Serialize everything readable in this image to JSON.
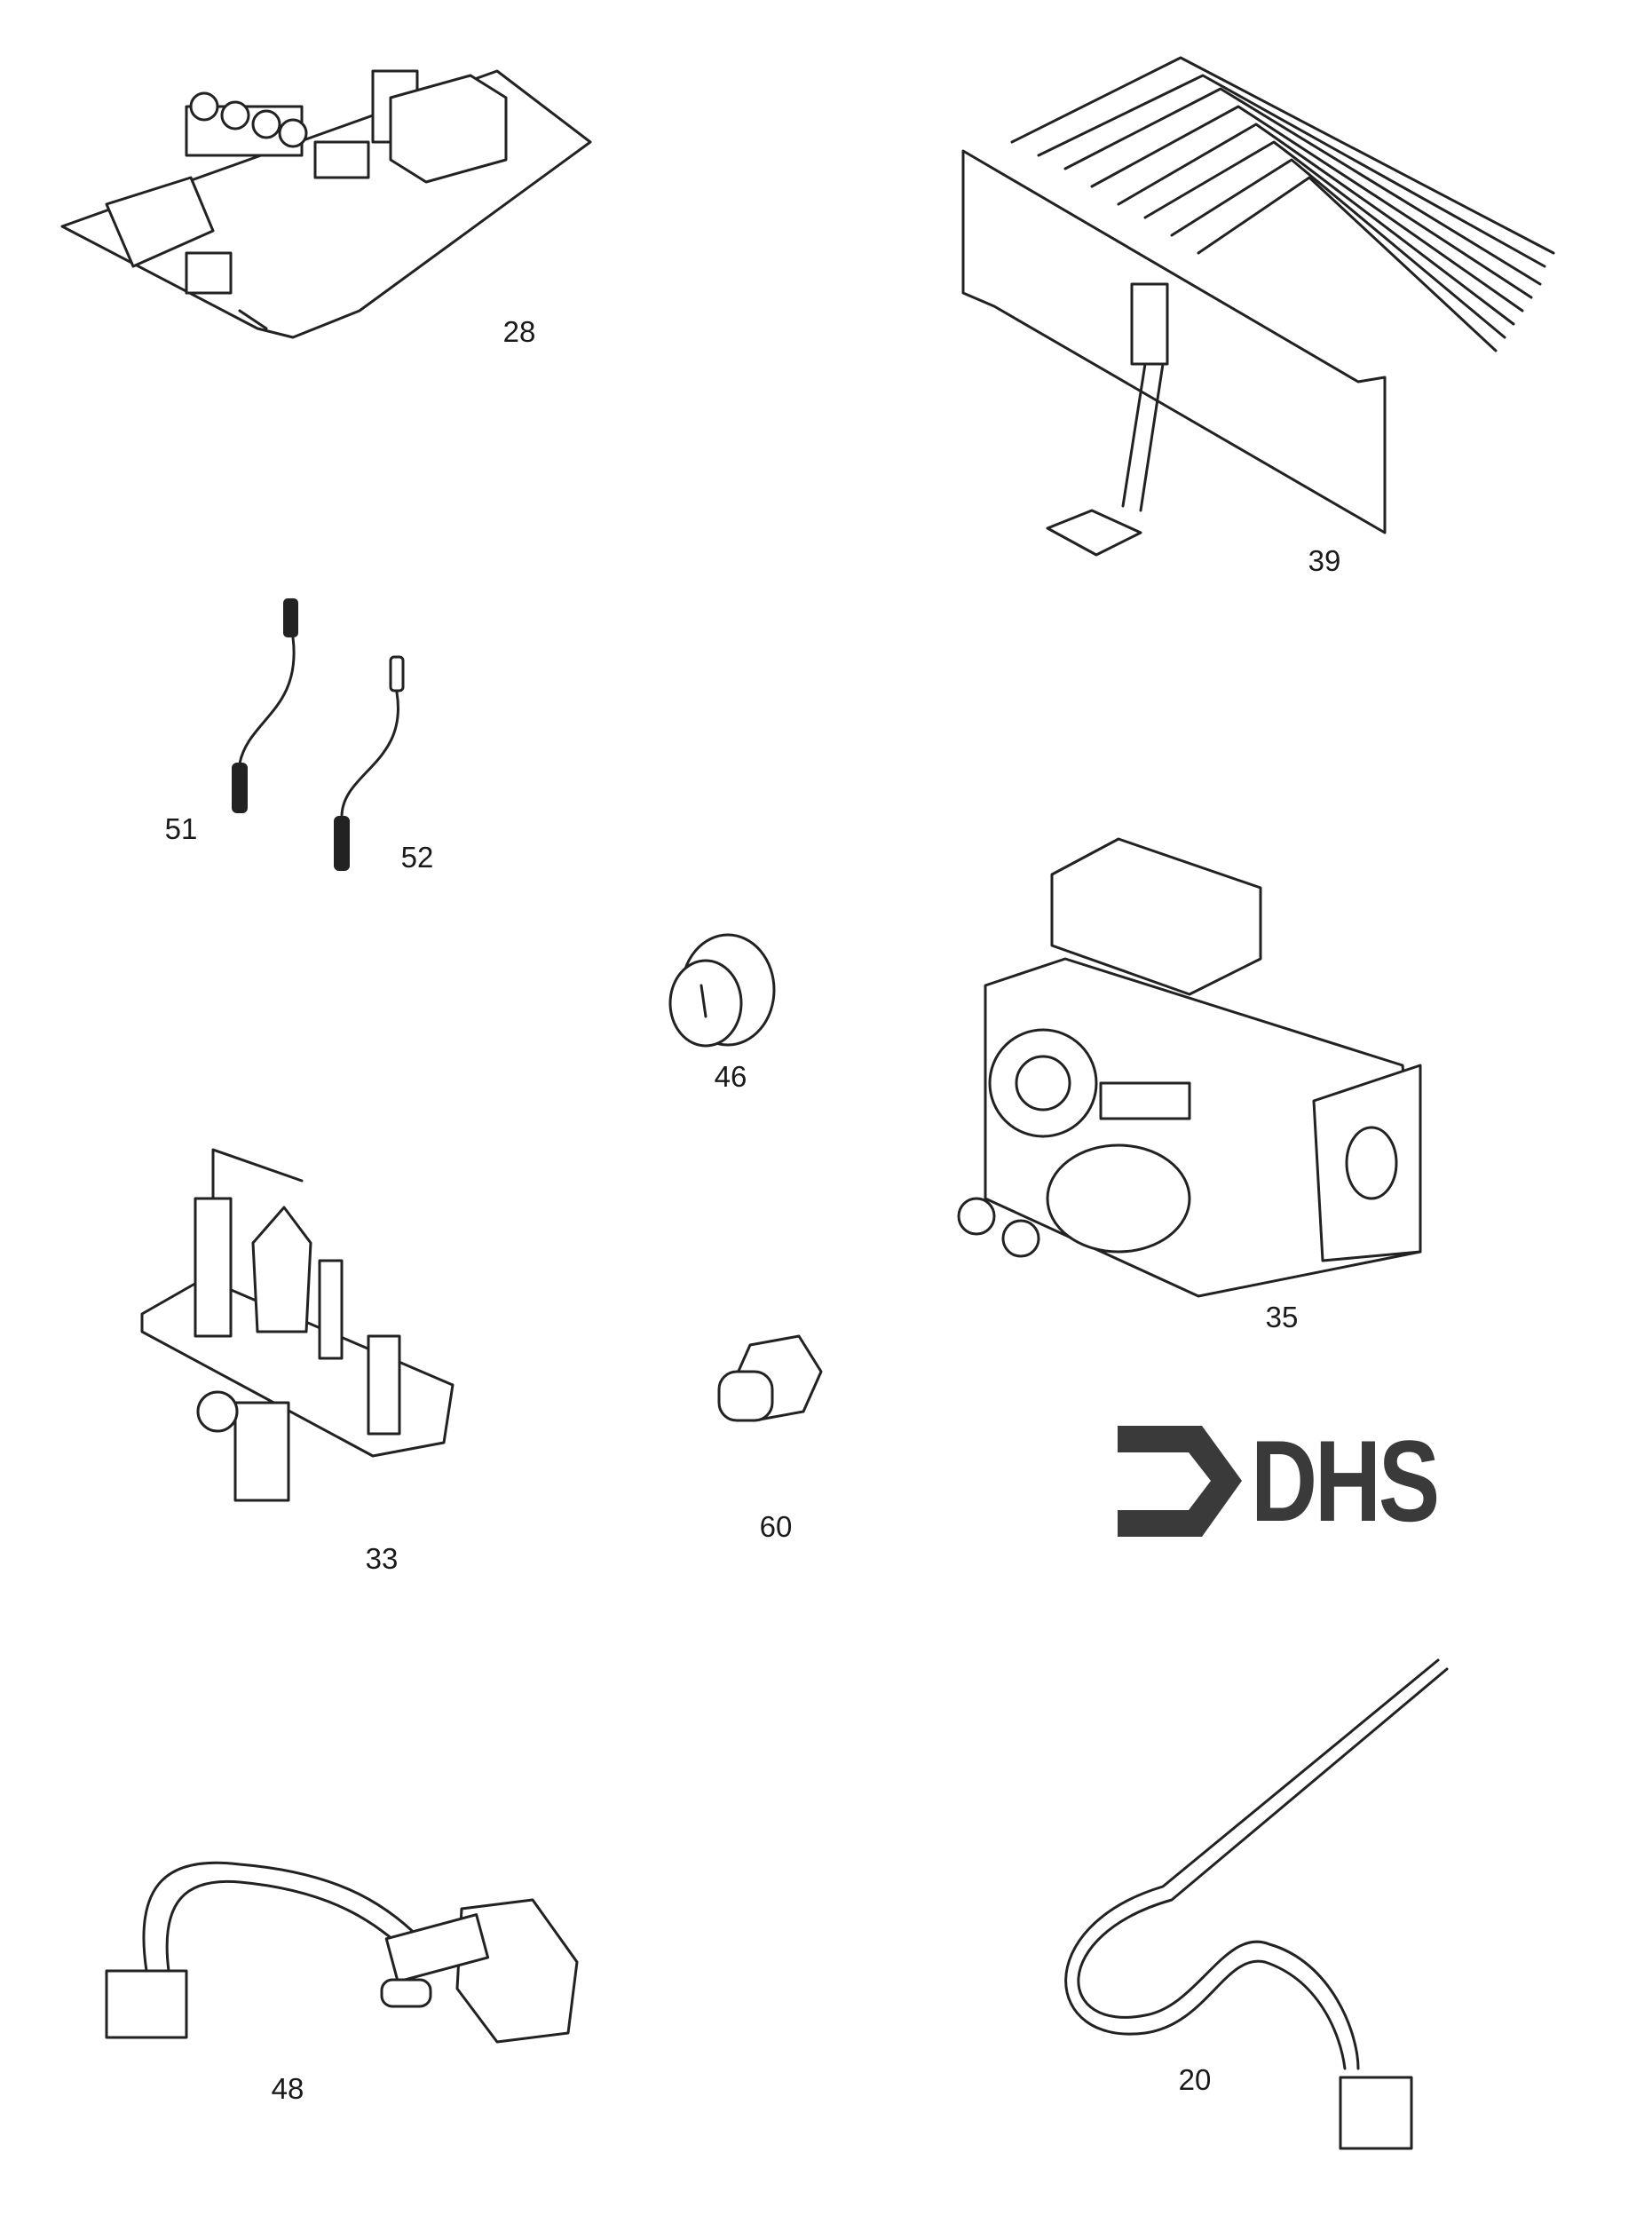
{
  "parts": [
    {
      "id": "pcb",
      "label": "28"
    },
    {
      "id": "burner",
      "label": "39"
    },
    {
      "id": "lead-51",
      "label": "51"
    },
    {
      "id": "lead-52",
      "label": "52"
    },
    {
      "id": "knob",
      "label": "46"
    },
    {
      "id": "gas-valve",
      "label": "35"
    },
    {
      "id": "pilot-assembly",
      "label": "33"
    },
    {
      "id": "plug",
      "label": "60"
    },
    {
      "id": "potentiometer-harness",
      "label": "48"
    },
    {
      "id": "sensor",
      "label": "20"
    }
  ],
  "logo": {
    "text": "DHS"
  }
}
